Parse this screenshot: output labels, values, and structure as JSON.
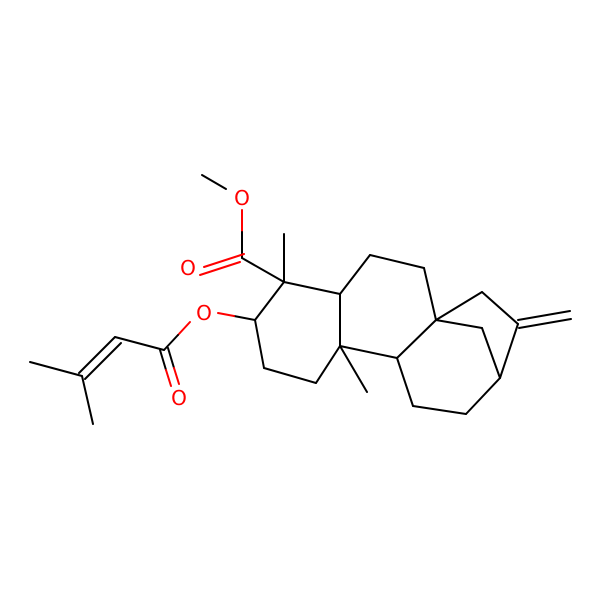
{
  "atoms": {
    "ester_methoxy_o": "O",
    "carbonyl_o": "O",
    "ester_link_o": "O",
    "senecioyl_carbonyl_o": "O"
  },
  "colors": {
    "carbon_bond": "#000000",
    "oxygen": "#ff0000",
    "background": "#ffffff"
  }
}
